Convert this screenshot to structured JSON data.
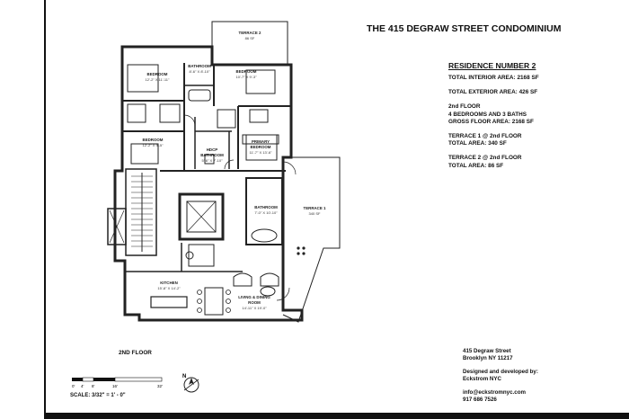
{
  "title": "THE 415 DEGRAW STREET CONDOMINIUM",
  "residence": {
    "heading": "RESIDENCE NUMBER 2",
    "total_interior": "TOTAL INTERIOR AREA: 2168 SF",
    "total_exterior": "TOTAL EXTERIOR AREA: 426 SF",
    "floor_block": [
      "2nd FLOOR",
      "4 BEDROOMS AND 3 BATHS",
      "GROSS FLOOR AREA: 2168 SF"
    ],
    "terrace1_block": [
      "TERRACE 1 @ 2nd FLOOR",
      "TOTAL AREA: 340 SF"
    ],
    "terrace2_block": [
      "TERRACE 2 @ 2nd FLOOR",
      "TOTAL AREA: 86 SF"
    ]
  },
  "floor_label": "2ND FLOOR",
  "scale": {
    "label": "SCALE: 3/32\" = 1' - 0\"",
    "ticks": [
      "0'",
      "4'",
      "8'",
      "16'",
      "32'"
    ]
  },
  "north_label": "N",
  "address": {
    "street": "415 Degraw Street",
    "city": "Brooklyn NY 11217",
    "designed_line1": "Designed and developed by:",
    "designed_line2": "Eckstrom NYC",
    "email": "info@eckstromnyc.com",
    "phone": "917 686 7526"
  },
  "rooms": {
    "terrace2": {
      "name": "TERRACE 2",
      "dim": "86 SF"
    },
    "bedroom1": {
      "name": "BEDROOM",
      "dim": "12'-2\" X 11'-11\""
    },
    "bathroom1": {
      "name": "BATHROOM",
      "dim": "8'-6\" X 8'-10\""
    },
    "bedroom2": {
      "name": "BEDROOM",
      "dim": "10'-7\" X 9'-3\""
    },
    "bedroom3": {
      "name": "BEDROOM",
      "dim": "12'-2\" X 9'-5\""
    },
    "hdcp": {
      "name": "HDCP",
      "name2": "BATHROOM",
      "dim": "5'-6\" X 7'-10\""
    },
    "primary": {
      "name": "PRIMARY",
      "name2": "BEDROOM",
      "dim": "11'-7\" X 13'-6\""
    },
    "bathroom2": {
      "name": "BATHROOM",
      "dim": "7'-0\" X 10'-10\""
    },
    "terrace1": {
      "name": "TERRACE 1",
      "dim": "340 SF"
    },
    "kitchen": {
      "name": "KITCHEN",
      "dim": "15'-8\" X 14'-2\""
    },
    "living": {
      "name": "LIVING & DINING",
      "name2": "ROOM",
      "dim": "14'-11\" X 19'-0\""
    }
  }
}
